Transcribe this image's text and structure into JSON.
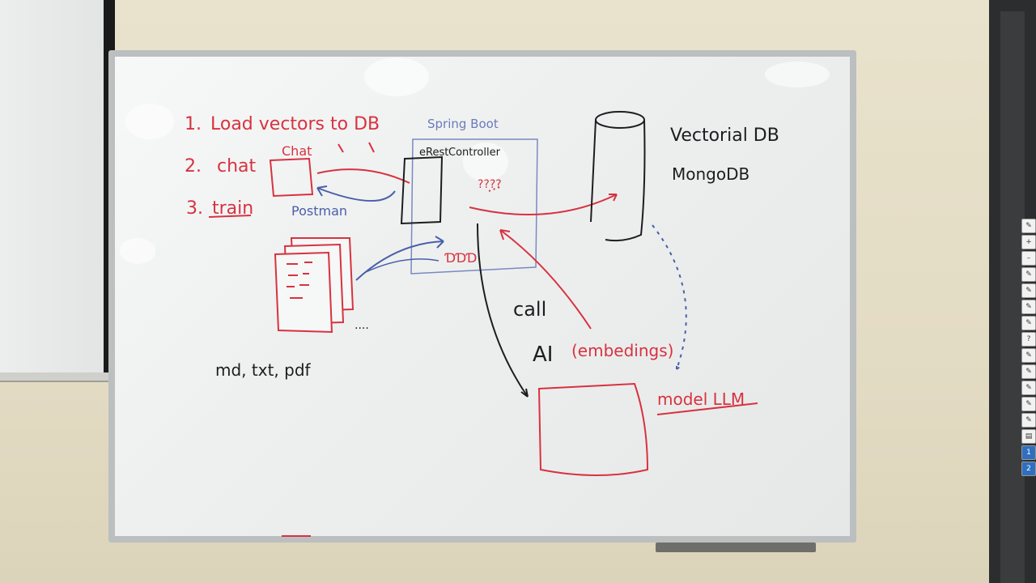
{
  "steps": [
    {
      "num": "1.",
      "text": "Load vectors to DB"
    },
    {
      "num": "2.",
      "text": "chat"
    },
    {
      "num": "3.",
      "text": "train"
    }
  ],
  "diagram": {
    "chat_label": "Chat",
    "postman_label": "Postman",
    "spring_boot_label": "Spring Boot",
    "controller_label": "Controller",
    "questions": "????",
    "vector_db_label": "Vectorial DB",
    "mongo_label": "MongoDB",
    "formats_label": "md, txt, pdf",
    "call_label": "call",
    "ai_label": "AI",
    "embeddings_label": "(embedings)",
    "model_label": "model LLM",
    "ellipsis": "...."
  },
  "toolbar": [
    "✎",
    "+",
    "–",
    "✎",
    "✎",
    "✎",
    "✎",
    "?",
    "✎",
    "✎",
    "✎",
    "✎",
    "✎",
    "▤",
    "1",
    "2"
  ],
  "colors": {
    "red_marker": "#d8323f",
    "blue_marker": "#4a5fa8",
    "black_marker": "#1d1d1f"
  }
}
